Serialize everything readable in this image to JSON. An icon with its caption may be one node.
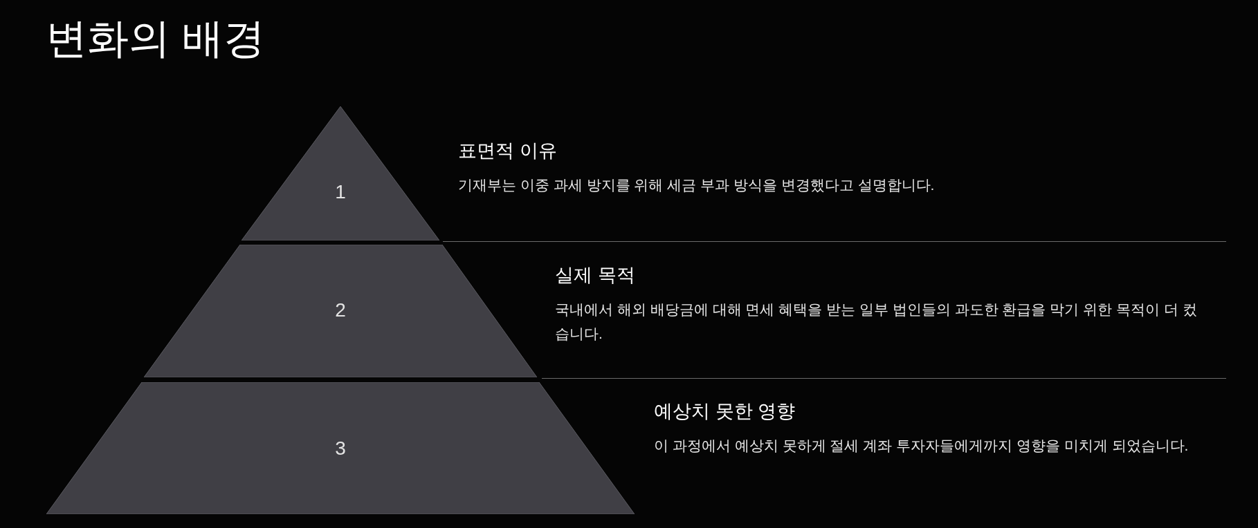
{
  "diagram": {
    "title": "변화의 배경",
    "nodes": [
      {
        "text": [
          "1"
        ],
        "beside": [
          "표면적 이유",
          "기재부는 이중 과세 방지를 위해 세금 부과 방식을 변경했다고 설명합니다."
        ]
      },
      {
        "text": [
          "2"
        ],
        "beside": [
          "실제 목적",
          "국내에서 해외 배당금에 대해 면세 혜택을 받는 일부 법인들의 과도한 환급을 막기 위한 목적이 더 컸습니다."
        ]
      },
      {
        "text": [
          "3"
        ],
        "beside": [
          "예상치 못한 영향",
          "이 과정에서 예상치 못하게 절세 계좌 투자자들에게까지 영향을 미치게 되었습니다."
        ]
      }
    ]
  }
}
